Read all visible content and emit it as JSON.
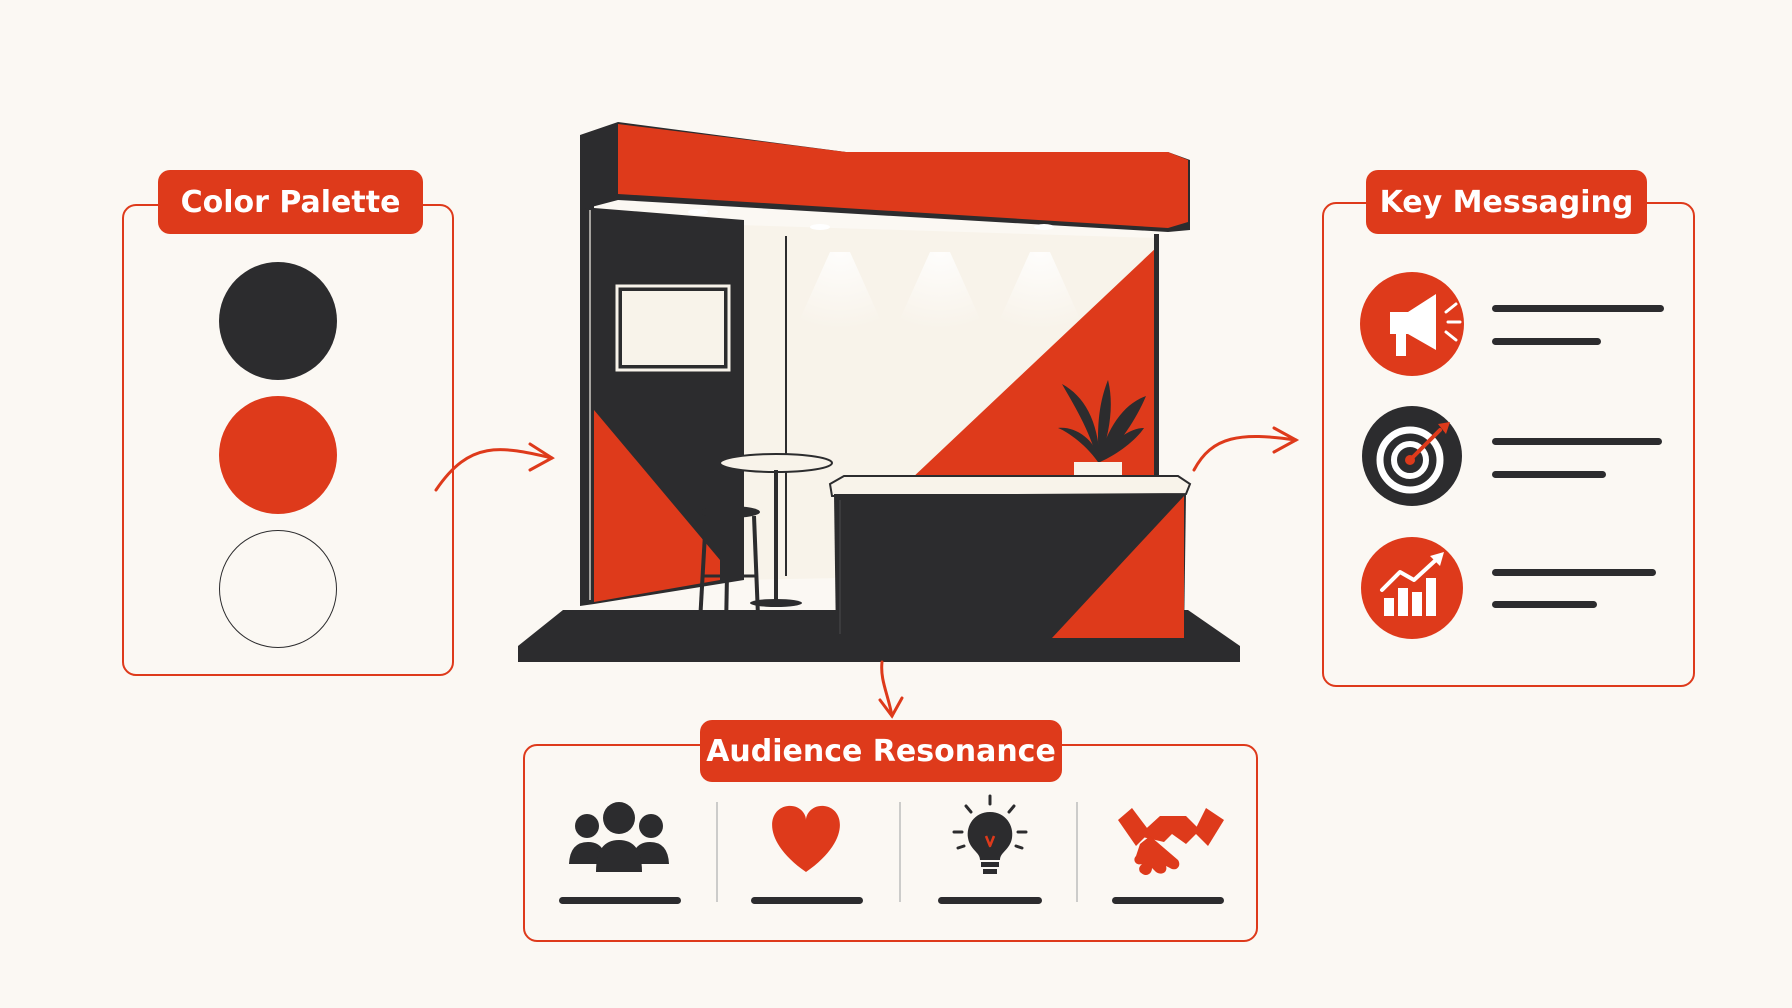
{
  "colors": {
    "accent": "#de3a1b",
    "dark": "#2c2c2e",
    "background": "#fbf8f3",
    "light": "#f8f3ea"
  },
  "color_palette": {
    "title": "Color Palette",
    "swatches": [
      {
        "name": "charcoal",
        "color": "#2c2c2e"
      },
      {
        "name": "red-orange",
        "color": "#de3a1b"
      },
      {
        "name": "off-white",
        "color": "#fbf8f3"
      }
    ]
  },
  "key_messaging": {
    "title": "Key Messaging",
    "items": [
      {
        "icon": "megaphone-icon"
      },
      {
        "icon": "target-icon"
      },
      {
        "icon": "growth-chart-icon"
      }
    ]
  },
  "audience_resonance": {
    "title": "Audience Resonance",
    "items": [
      {
        "icon": "people-icon"
      },
      {
        "icon": "heart-icon"
      },
      {
        "icon": "lightbulb-icon"
      },
      {
        "icon": "handshake-icon"
      }
    ]
  },
  "booth": {
    "icon": "exhibition-booth-illustration"
  }
}
